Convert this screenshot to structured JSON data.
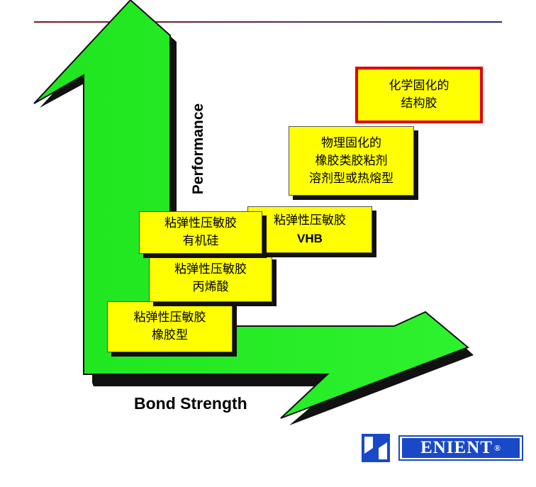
{
  "axes": {
    "y_label": "Performance",
    "x_label": "Bond Strength"
  },
  "steps": [
    {
      "lines": [
        "粘弹性压敏胶",
        "橡胶型"
      ],
      "highlight": false
    },
    {
      "lines": [
        "粘弹性压敏胶",
        "丙烯酸"
      ],
      "highlight": false
    },
    {
      "lines": [
        "粘弹性压敏胶",
        "有机硅"
      ],
      "highlight": false
    },
    {
      "lines": [
        "粘弹性压敏胶",
        "VHB"
      ],
      "highlight": false
    },
    {
      "lines": [
        "物理固化的",
        "橡胶类胶粘剂",
        "溶剂型或热熔型"
      ],
      "highlight": false
    },
    {
      "lines": [
        "化学固化的",
        "结构胶"
      ],
      "highlight": true
    }
  ],
  "logo": {
    "brand": "ENIENT",
    "mark": "®"
  },
  "colors": {
    "arrow_fill": "#22ee22",
    "step_fill": "#ffff00",
    "highlight_border": "#e00000",
    "logo_blue": "#1a49c8"
  }
}
